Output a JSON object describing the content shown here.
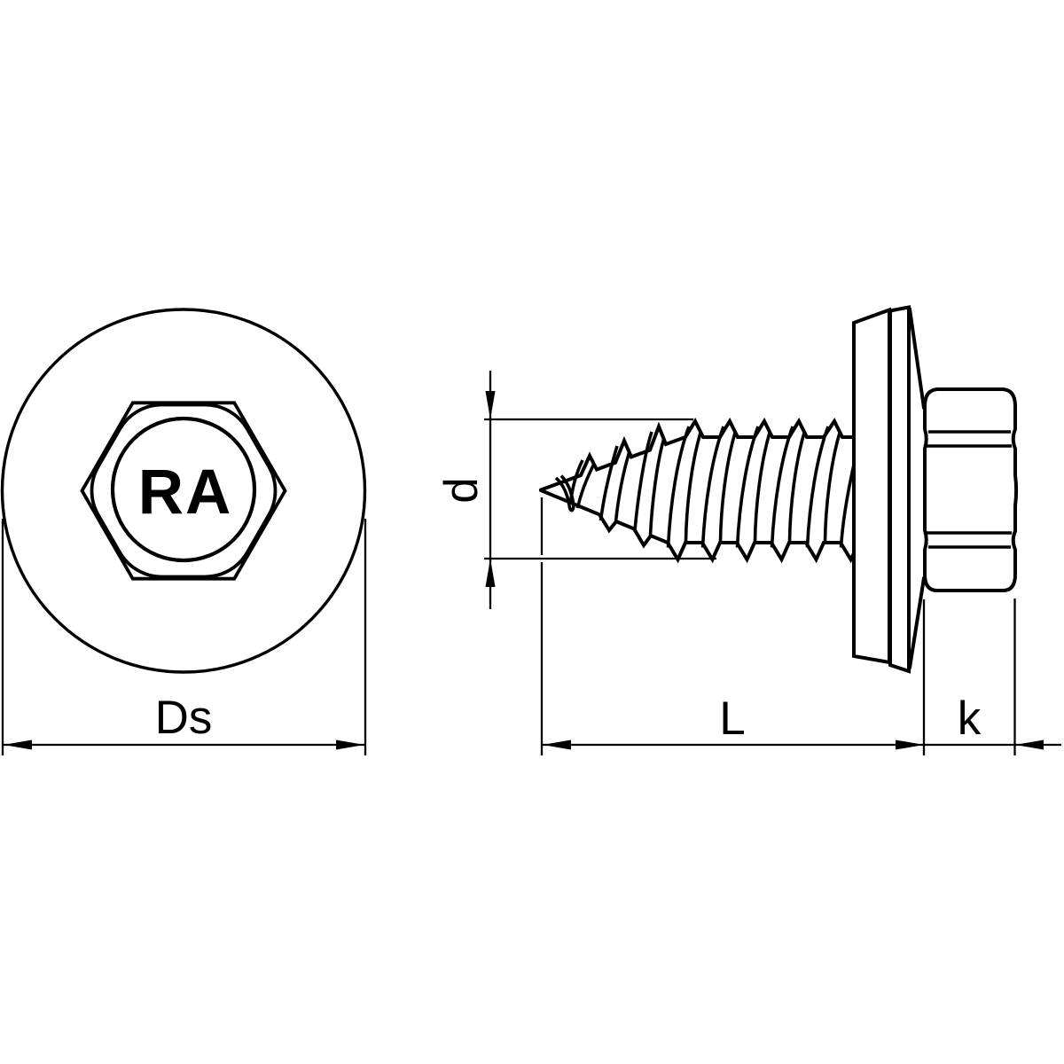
{
  "colors": {
    "line": "#000000",
    "background": "#ffffff"
  },
  "front_view": {
    "head_marking": "RA",
    "washer_diameter_label": "Ds"
  },
  "side_view": {
    "thread_diameter_label": "d",
    "screw_length_label": "L",
    "head_height_label": "k"
  }
}
